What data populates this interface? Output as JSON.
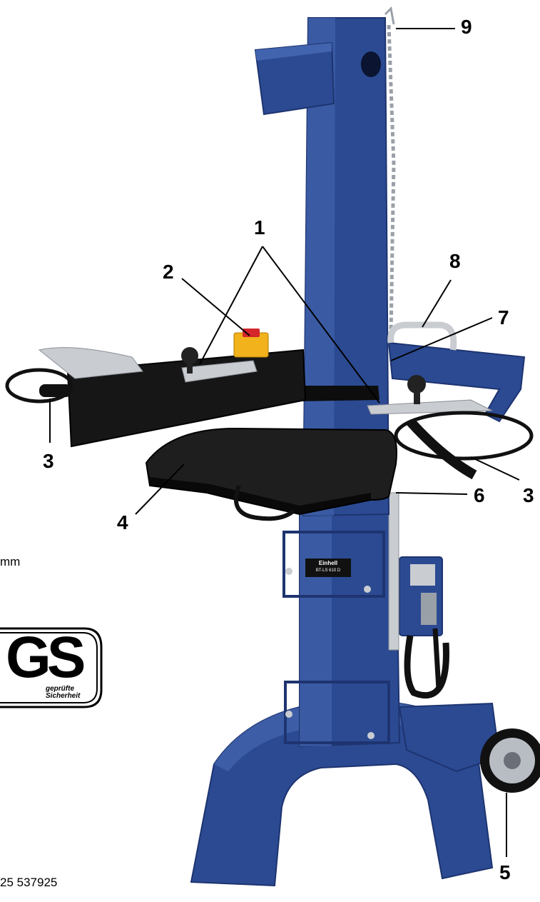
{
  "callouts": {
    "c1": "1",
    "c2": "2",
    "c3_left": "3",
    "c3_right": "3",
    "c4": "4",
    "c5": "5",
    "c6": "6",
    "c7": "7",
    "c8": "8",
    "c9": "9"
  },
  "side_text": {
    "unit_fragment": "mm",
    "phone_fragment": "25 537925"
  },
  "gs_mark": {
    "letters": "GS",
    "line1": "geprüfte",
    "line2": "Sicherheit"
  },
  "brand_plate": {
    "brand": "Einhell",
    "model": "BT-LS 610 D"
  },
  "colors": {
    "machine_blue": "#2b4a92",
    "machine_blue_dark": "#1e3470",
    "machine_blue_light": "#4263ad",
    "table_black": "#1e1e1e",
    "guard_black": "#161616",
    "switch_yellow": "#f2b21b",
    "switch_red": "#d4262b",
    "steel": "#c9ccd1"
  }
}
